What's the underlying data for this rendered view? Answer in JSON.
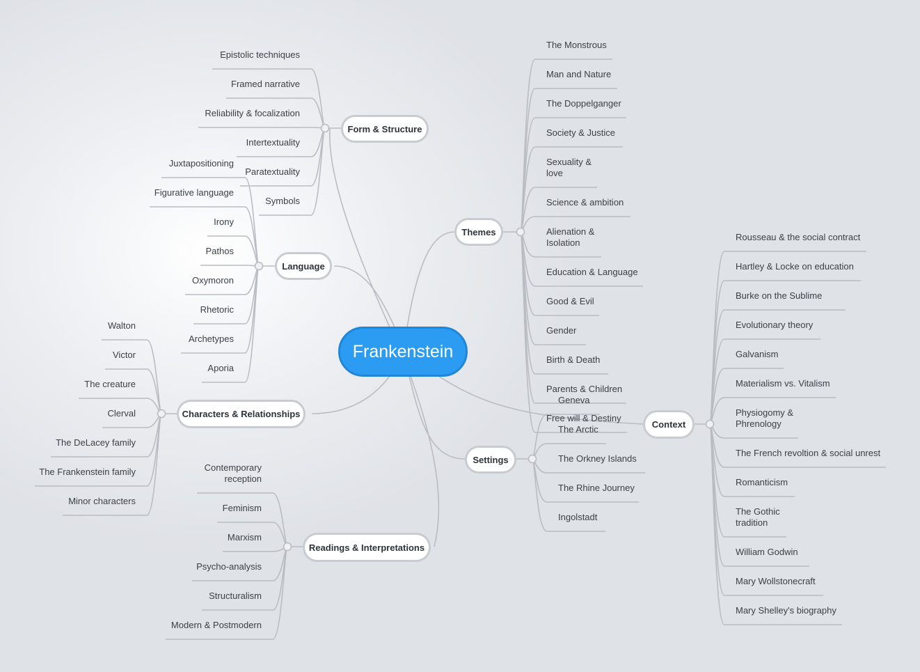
{
  "central": "Frankenstein",
  "branches": [
    {
      "id": "form",
      "label": "Form & Structure",
      "children": [
        "Epistolic techniques",
        "Framed narrative",
        "Reliability & focalization",
        "Intertextuality",
        "Paratextuality",
        "Symbols"
      ]
    },
    {
      "id": "language",
      "label": "Language",
      "children": [
        "Juxtapositioning",
        "Figurative language",
        "Irony",
        "Pathos",
        "Oxymoron",
        "Rhetoric",
        "Archetypes",
        "Aporia"
      ]
    },
    {
      "id": "characters",
      "label": "Characters & Relationships",
      "children": [
        "Walton",
        "Victor",
        "The creature",
        "Clerval",
        "The DeLacey family",
        "The Frankenstein family",
        "Minor characters"
      ]
    },
    {
      "id": "readings",
      "label": "Readings & Interpretations",
      "children": [
        "Contemporary\nreception",
        "Feminism",
        "Marxism",
        "Psycho-analysis",
        "Structuralism",
        "Modern & Postmodern"
      ]
    },
    {
      "id": "themes",
      "label": "Themes",
      "children": [
        "The Monstrous",
        "Man and Nature",
        "The Doppelganger",
        "Society & Justice",
        "Sexuality &\nlove",
        "Science & ambition",
        "Alienation &\nIsolation",
        "Education & Language",
        "Good & Evil",
        "Gender",
        "Birth & Death",
        "Parents & Children",
        "Free will & Destiny"
      ]
    },
    {
      "id": "settings",
      "label": "Settings",
      "children": [
        "Geneva",
        "The Arctic",
        "The Orkney Islands",
        "The Rhine Journey",
        "Ingolstadt"
      ]
    },
    {
      "id": "context",
      "label": "Context",
      "children": [
        "Rousseau & the social contract",
        "Hartley & Locke on education",
        "Burke on the Sublime",
        "Evolutionary theory",
        "Galvanism",
        "Materialism vs. Vitalism",
        "Physiogomy &\nPhrenology",
        "The French revoltion & social unrest",
        "Romanticism",
        "The Gothic\ntradition",
        "William Godwin",
        "Mary Wollstonecraft",
        "Mary Shelley's biography"
      ]
    }
  ]
}
